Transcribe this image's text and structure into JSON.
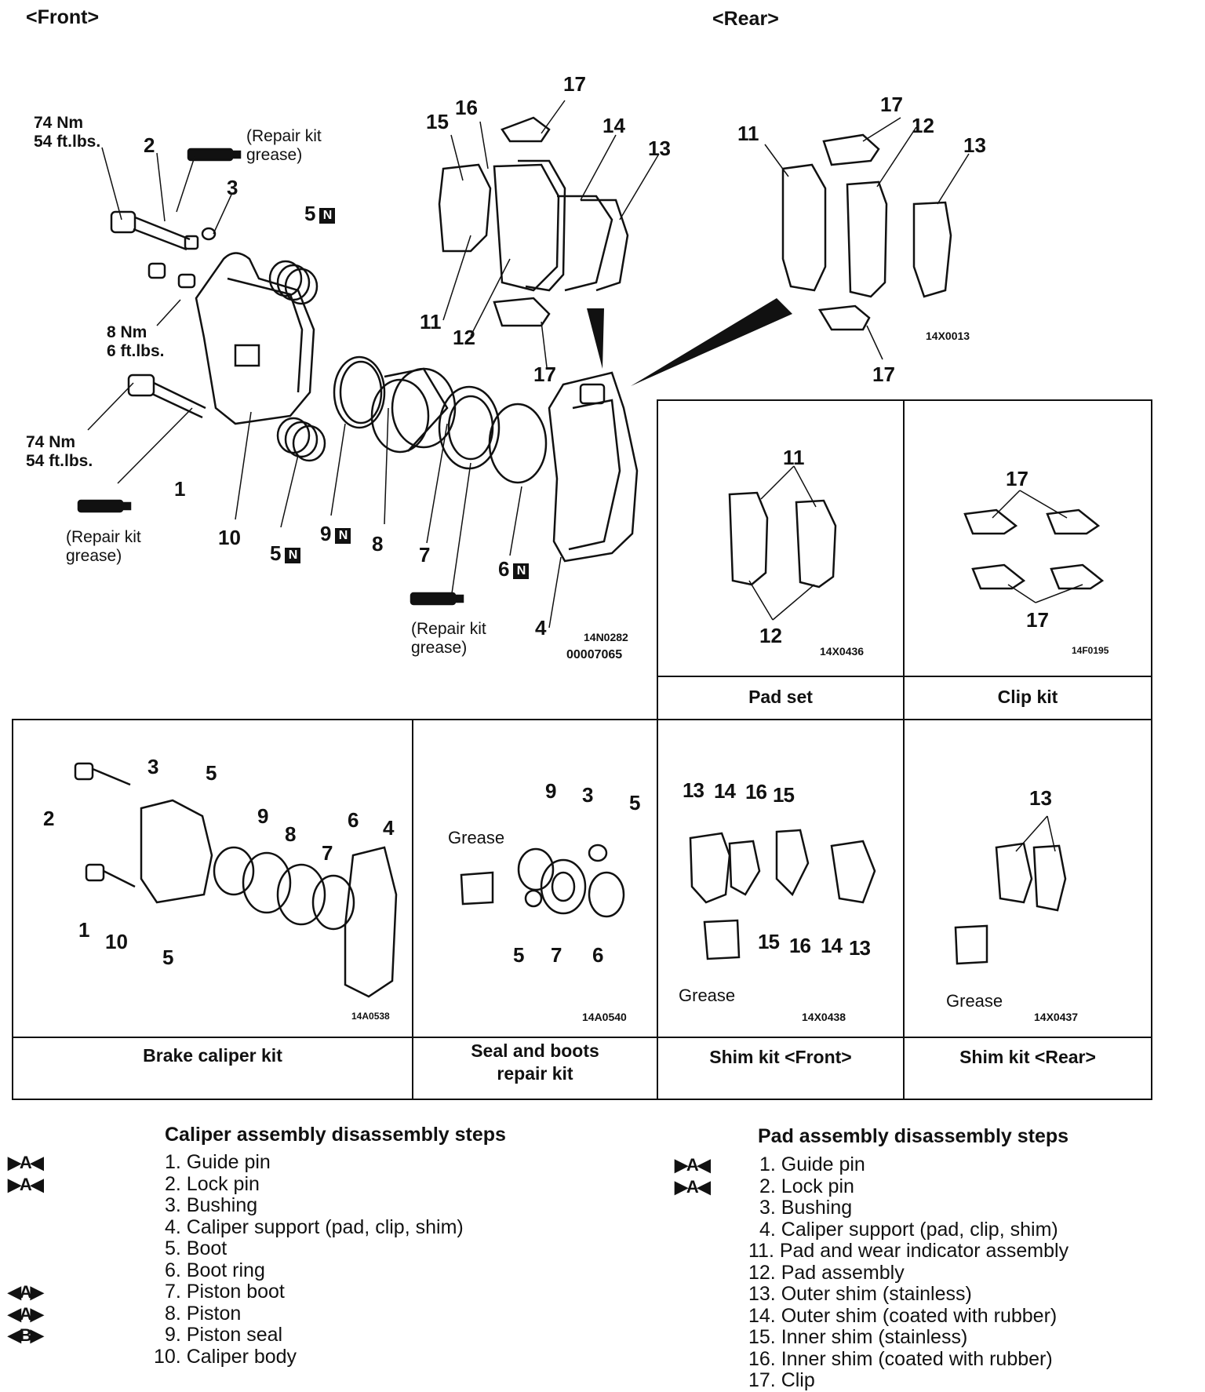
{
  "headers": {
    "front": "<Front>",
    "rear": "<Rear>"
  },
  "torque": {
    "t1": [
      "74 Nm",
      "54 ft.lbs."
    ],
    "t2": [
      "8 Nm",
      "6 ft.lbs."
    ],
    "t3": [
      "74 Nm",
      "54 ft.lbs."
    ]
  },
  "notes": {
    "repair_grease": [
      "(Repair kit",
      "grease)"
    ],
    "grease": "Grease"
  },
  "new_part_mark": "N",
  "codes": {
    "front_main": "14N0282",
    "front_main_2": "00007065",
    "rear_main": "14X0013",
    "pad_set": "14X0436",
    "clip_kit": "14F0195",
    "caliper_kit": "14A0538",
    "seal_kit": "14A0540",
    "shim_front": "14X0438",
    "shim_rear": "14X0437"
  },
  "kits": {
    "pad_set": "Pad set",
    "clip_kit": "Clip kit",
    "caliper_kit": "Brake caliper kit",
    "seal_kit": [
      "Seal and boots",
      "repair kit"
    ],
    "shim_front": "Shim kit <Front>",
    "shim_rear": "Shim kit <Rear>"
  },
  "callouts": {
    "n1": "1",
    "n2": "2",
    "n3": "3",
    "n4": "4",
    "n5": "5",
    "n6": "6",
    "n7": "7",
    "n8": "8",
    "n9": "9",
    "n10": "10",
    "n11": "11",
    "n12": "12",
    "n13": "13",
    "n14": "14",
    "n15": "15",
    "n16": "16",
    "n17": "17"
  },
  "caliper_steps": {
    "title": "Caliper assembly disassembly steps",
    "items": [
      {
        "mark": "▶A◀",
        "text": "1. Guide pin"
      },
      {
        "mark": "▶A◀",
        "text": "2. Lock pin"
      },
      {
        "mark": "",
        "text": "3. Bushing"
      },
      {
        "mark": "",
        "text": "4. Caliper support (pad, clip, shim)"
      },
      {
        "mark": "",
        "text": "5. Boot"
      },
      {
        "mark": "",
        "text": "6. Boot ring"
      },
      {
        "mark": "◀A▶",
        "text": "7. Piston boot"
      },
      {
        "mark": "◀A▶",
        "text": "8. Piston"
      },
      {
        "mark": "◀B▶",
        "text": "9. Piston seal"
      },
      {
        "mark": "",
        "text": "10. Caliper body"
      }
    ]
  },
  "pad_steps": {
    "title": "Pad assembly disassembly steps",
    "items": [
      {
        "mark": "▶A◀",
        "text": "1. Guide pin"
      },
      {
        "mark": "▶A◀",
        "text": "2. Lock pin"
      },
      {
        "mark": "",
        "text": "3. Bushing"
      },
      {
        "mark": "",
        "text": "4. Caliper support (pad, clip, shim)"
      },
      {
        "mark": "",
        "text": "11. Pad and wear indicator assembly"
      },
      {
        "mark": "",
        "text": "12. Pad assembly"
      },
      {
        "mark": "",
        "text": "13. Outer shim (stainless)"
      },
      {
        "mark": "",
        "text": "14. Outer shim (coated with rubber)"
      },
      {
        "mark": "",
        "text": "15. Inner shim (stainless)"
      },
      {
        "mark": "",
        "text": "16. Inner shim (coated with rubber)"
      },
      {
        "mark": "",
        "text": "17. Clip"
      }
    ]
  }
}
